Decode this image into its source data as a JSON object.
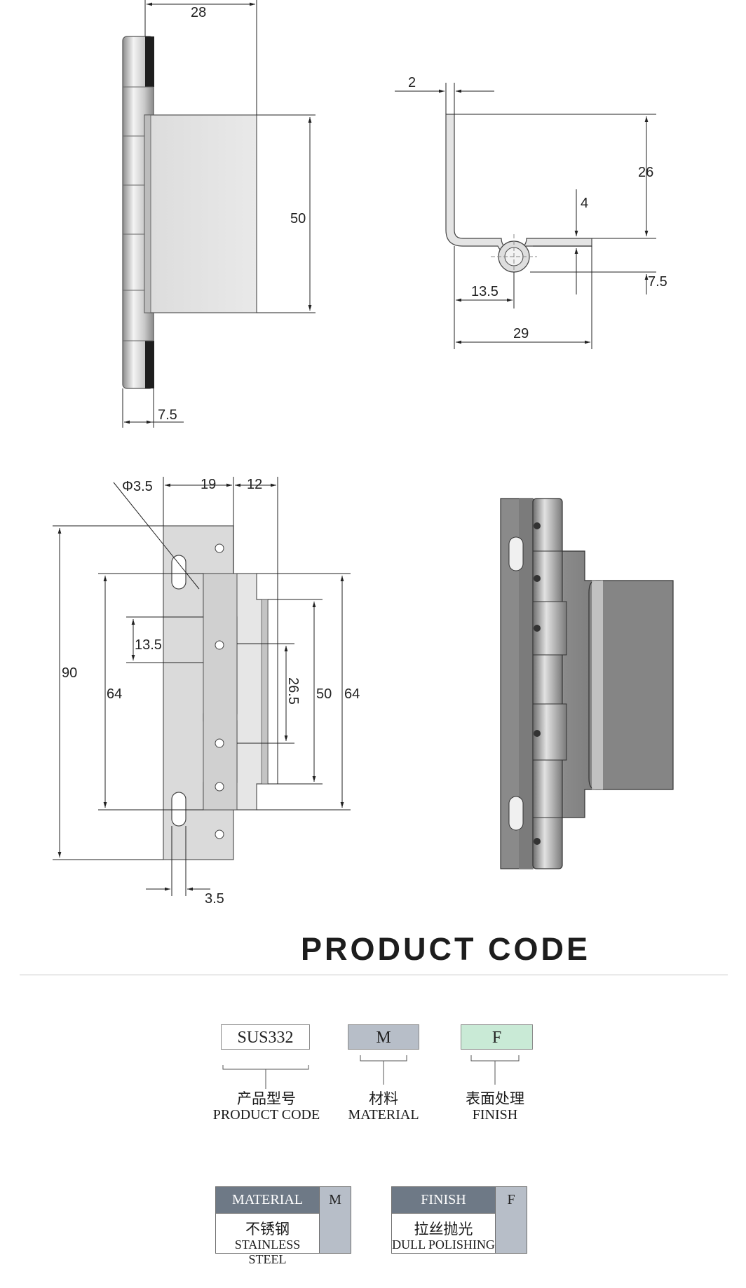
{
  "dimensions": {
    "top_left": {
      "width": "28",
      "height": "50",
      "knuckle": "7.5"
    },
    "top_right": {
      "thickness": "2",
      "height": "26",
      "offset": "4",
      "pin": "7.5",
      "pin_center": "13.5",
      "depth": "29"
    },
    "bottom_left": {
      "hole": "Φ3.5",
      "w1": "19",
      "w2": "12",
      "overall": "90",
      "span_left": "64",
      "tab": "13.5",
      "mid": "26.5",
      "plate": "50",
      "span_right": "64",
      "slot": "3.5"
    }
  },
  "product_code": {
    "heading": "PRODUCT CODE",
    "boxes": [
      {
        "value": "SUS332",
        "cn": "产品型号",
        "en": "PRODUCT CODE",
        "color": "#ffffff"
      },
      {
        "value": "M",
        "cn": "材料",
        "en": "MATERIAL",
        "color": "#b7bec8"
      },
      {
        "value": "F",
        "cn": "表面处理",
        "en": "FINISH",
        "color": "#c9ead6"
      }
    ]
  },
  "tables": {
    "material": {
      "header": "MATERIAL",
      "code": "M",
      "cn": "不锈钢",
      "en": "STAINLESS STEEL"
    },
    "finish": {
      "header": "FINISH",
      "code": "F",
      "cn": "拉丝抛光",
      "en": "DULL POLISHING"
    }
  },
  "colors": {
    "header_bg": "#6e7986",
    "code_bg": "#b7bec8",
    "finish_box": "#c9ead6"
  }
}
